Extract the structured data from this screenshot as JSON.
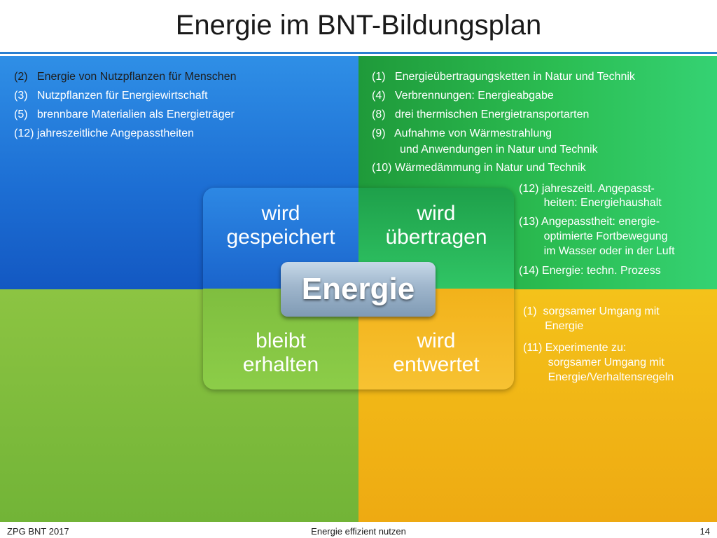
{
  "title": "Energie im BNT-Bildungsplan",
  "top_left_items": [
    "(2)   Energie von Nutzpflanzen für Menschen",
    "(3)   Nutzpflanzen für Energiewirtschaft",
    "(5)   brennbare Materialien als Energieträger",
    "(12) jahreszeitliche Angepasstheiten"
  ],
  "top_right_items": [
    "(1)   Energieübertragungsketten in Natur und Technik",
    "(4)   Verbrennungen: Energieabgabe",
    "(8)   drei thermischen Energietransportarten",
    "(9)   Aufnahme von Wärmestrahlung",
    "         und Anwendungen in Natur und Technik",
    "(10) Wärmedämmung in Natur und Technik"
  ],
  "right_side_items": [
    "(12) jahreszeitl. Angepasst-",
    "        heiten: Energiehaushalt",
    "(13) Angepasstheit: energie-",
    "        optimierte Fortbewegung",
    "        im Wasser oder in der Luft",
    "(14) Energie: techn. Prozess"
  ],
  "bottom_right_items": [
    "(1)  sorgsamer Umgang mit",
    "       Energie",
    "(11) Experimente zu:",
    "        sorgsamer Umgang mit",
    "        Energie/Verhaltensregeln"
  ],
  "center": {
    "tl": [
      "wird",
      "gespeichert"
    ],
    "tr": [
      "wird",
      "übertragen"
    ],
    "bl": [
      "bleibt",
      "erhalten"
    ],
    "br": [
      "wird",
      "entwertet"
    ],
    "core": "Energie"
  },
  "footer": {
    "left": "ZPG BNT 2017",
    "center": "Energie effizient nutzen",
    "right": "14"
  },
  "colors": {
    "blue": "#1d6fd4",
    "green": "#2bbd52",
    "light_green": "#7fbe3f",
    "yellow": "#f2b21a",
    "rule": "#2b7fd0"
  }
}
